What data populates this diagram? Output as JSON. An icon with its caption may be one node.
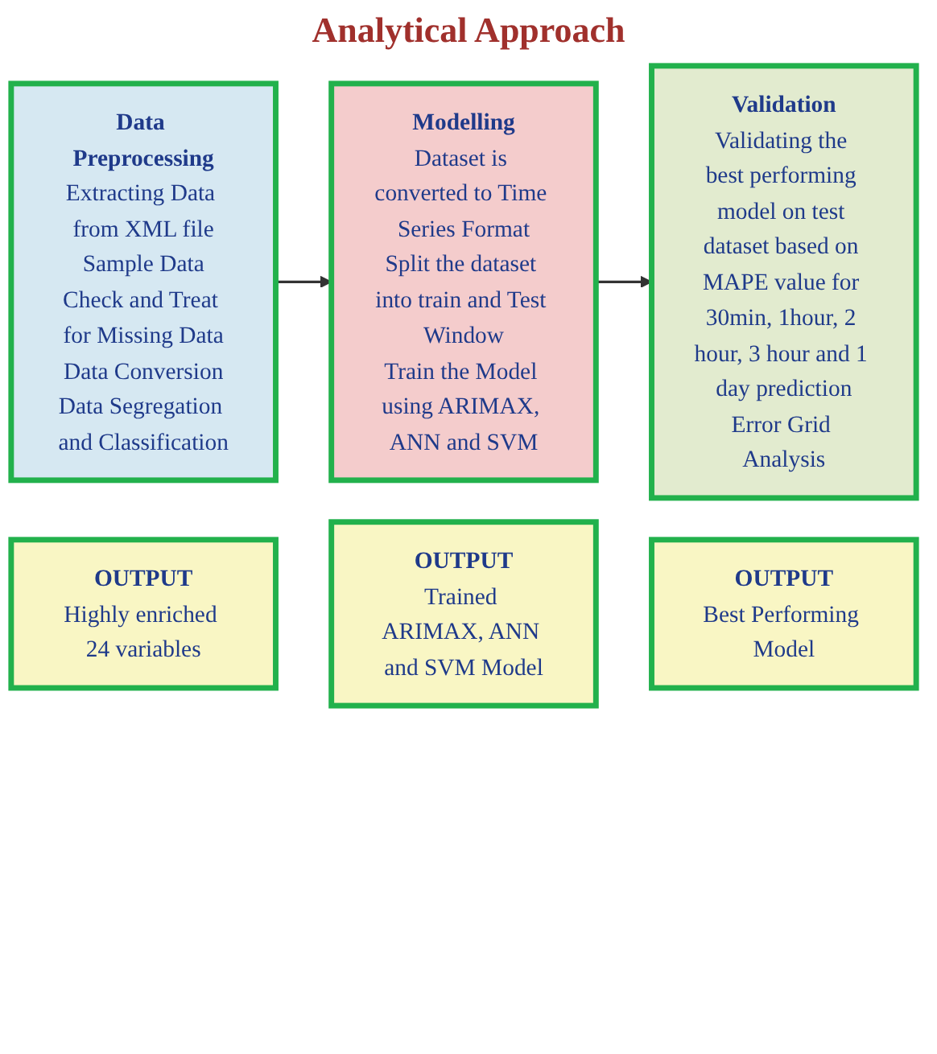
{
  "diagram": {
    "title": "Analytical Approach",
    "nodes": [
      {
        "text": [
          "Data Preprocessing",
          "Extracting Data from XML file",
          "Sample Data",
          "Check and Treat for Missing Data",
          "Data Conversion",
          "Data Segregation and Classification"
        ]
      },
      {
        "text": [
          "Modelling",
          "Dataset is converted to Time Series Format",
          "Split the dataset into train and Test Window",
          "Train the Model using ARIMAX, ANN and SVM"
        ]
      },
      {
        "text": [
          "Validation",
          "Validating the best performing model on test dataset based on MAPE value for 30min, 1hour, 2 hour, 3 hour and 1 day prediction",
          "Error Grid Analysis"
        ]
      },
      {
        "text": [
          "OUTPUT",
          "Highly enriched 24 variables"
        ]
      },
      {
        "text": [
          "OUTPUT",
          "Trained ARIMAX, ANN and SVM Model"
        ]
      },
      {
        "text": [
          "OUTPUT",
          "Best Performing Model"
        ]
      }
    ],
    "edges": [
      {
        "from": 0,
        "to": 1,
        "arrow": "to"
      },
      {
        "from": 1,
        "to": 2,
        "arrow": "to"
      }
    ]
  }
}
